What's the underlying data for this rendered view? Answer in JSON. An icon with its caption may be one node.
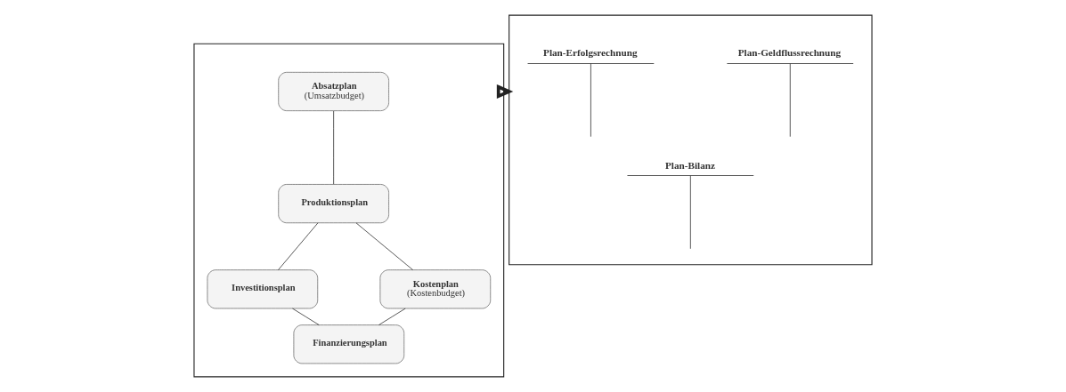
{
  "diagram": {
    "nodes": [
      {
        "text": [],
        "shape": "box"
      },
      {
        "text": [
          "Absatzplan",
          "(Umsatzbudget)"
        ],
        "in": 0
      },
      {
        "text": [
          "Produktionsplan"
        ],
        "in": 0
      },
      {
        "text": [
          "Investitionsplan"
        ],
        "in": 0
      },
      {
        "text": [
          "Kostenplan",
          "(Kostenbudget)"
        ],
        "in": 0
      },
      {
        "text": [
          "Finanzierungsplan"
        ],
        "in": 0
      },
      {
        "text": [],
        "shape": "box"
      },
      {
        "text": [
          "Plan-Erfolgsrechnung"
        ],
        "in": 6
      },
      {
        "text": [
          "Plan-Geldflussrechnung"
        ],
        "in": 6
      },
      {
        "text": [
          "Plan-Bilanz"
        ],
        "in": 6
      }
    ],
    "edges": [
      {
        "from": 1,
        "to": 2,
        "arrow": "none"
      },
      {
        "from": 2,
        "to": 3,
        "arrow": "none"
      },
      {
        "from": 2,
        "to": 4,
        "arrow": "none"
      },
      {
        "from": 3,
        "to": 5,
        "arrow": "none"
      },
      {
        "from": 4,
        "to": 5,
        "arrow": "none"
      },
      {
        "from": 0,
        "to": 6,
        "arrow": "to",
        "style": "thick"
      }
    ]
  }
}
